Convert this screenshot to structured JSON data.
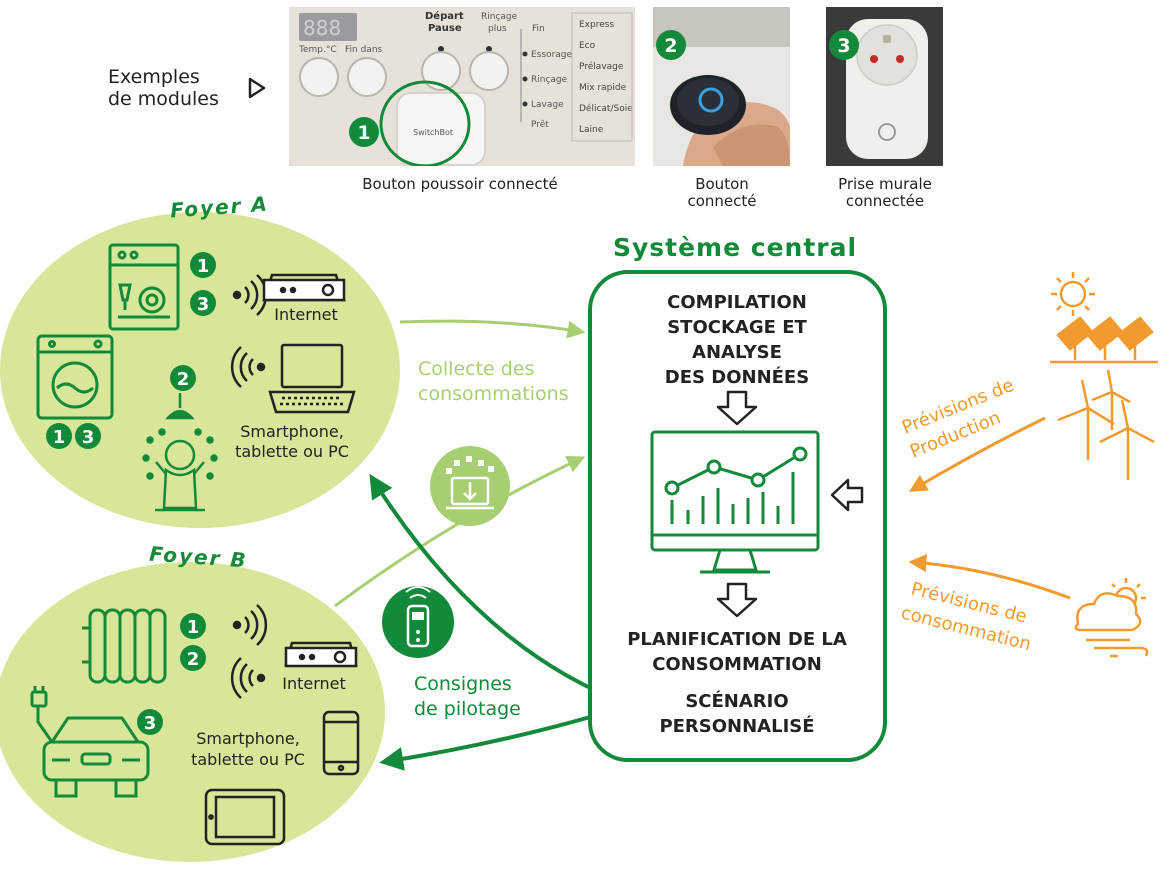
{
  "colors": {
    "green_dark": "#13893a",
    "green_light": "#d8e69a",
    "green_mid": "#a7cf72",
    "orange": "#f39a2e",
    "text_dark": "#222222"
  },
  "examples": {
    "label_line1": "Exemples",
    "label_line2": "de modules",
    "arrow_icon": "play-outline-icon",
    "modules": [
      {
        "num": "1",
        "caption_line1": "Bouton poussoir connecté",
        "caption_line2": "",
        "photo_texts": [
          "Temp.°C",
          "Fin dans",
          "Départ",
          "Pause",
          "Rinçage",
          "plus",
          "Fin",
          "Essorage",
          "Rinçage",
          "Lavage",
          "Prêt",
          "Express",
          "Eco",
          "Prélavage",
          "Mix rapide",
          "Délicat/Soie",
          "Laine",
          "SwitchBot"
        ]
      },
      {
        "num": "2",
        "caption_line1": "Bouton",
        "caption_line2": "connecté"
      },
      {
        "num": "3",
        "caption_line1": "Prise murale",
        "caption_line2": "connectée"
      }
    ]
  },
  "foyer_a": {
    "title": "Foyer A",
    "internet": "Internet",
    "devices_line1": "Smartphone,",
    "devices_line2": "tablette ou PC",
    "badges": [
      "1",
      "3",
      "1",
      "3",
      "2"
    ]
  },
  "foyer_b": {
    "title": "Foyer B",
    "internet": "Internet",
    "devices_line1": "Smartphone,",
    "devices_line2": "tablette ou PC",
    "badges": [
      "1",
      "2",
      "3"
    ]
  },
  "central": {
    "title": "Système central",
    "step1": [
      "COMPILATION",
      "STOCKAGE ET",
      "ANALYSE",
      "DES DONNÉES"
    ],
    "step2": [
      "PLANIFICATION DE LA",
      "CONSOMMATION"
    ],
    "step3": [
      "SCÉNARIO",
      "PERSONNALISÉ"
    ]
  },
  "labels": {
    "collecte_line1": "Collecte des",
    "collecte_line2": "consommations",
    "consignes_line1": "Consignes",
    "consignes_line2": "de pilotage",
    "prod_line1": "Prévisions de",
    "prod_line2": "Production",
    "conso_line1": "Prévisions de",
    "conso_line2": "consommation"
  },
  "icons": [
    "dishwasher-icon",
    "washing-machine-icon",
    "shower-icon",
    "wifi-signal-icon",
    "router-icon",
    "laptop-icon",
    "download-cloud-icon",
    "remote-control-icon",
    "radiator-icon",
    "electric-car-icon",
    "smartphone-icon",
    "tablet-icon",
    "monitor-chart-icon",
    "sun-icon",
    "solar-panel-icon",
    "wind-turbine-icon",
    "cloud-sun-wind-icon"
  ]
}
